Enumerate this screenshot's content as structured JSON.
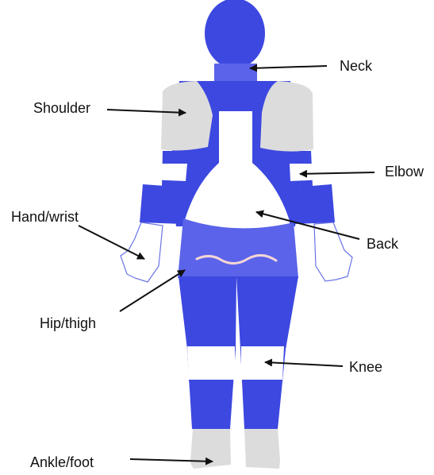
{
  "labels": {
    "neck": "Neck",
    "shoulder": "Shoulder",
    "elbow": "Elbow",
    "hand_wrist": "Hand/wrist",
    "back": "Back",
    "hip_thigh": "Hip/thigh",
    "knee": "Knee",
    "ankle_foot": "Ankle/foot"
  },
  "colors": {
    "body": "#3d48e0",
    "highlight_light": "#dcdcdc",
    "highlight_blue": "#5b63ea",
    "outline": "#6a72e6",
    "arrow": "#111111",
    "text": "#111111"
  }
}
